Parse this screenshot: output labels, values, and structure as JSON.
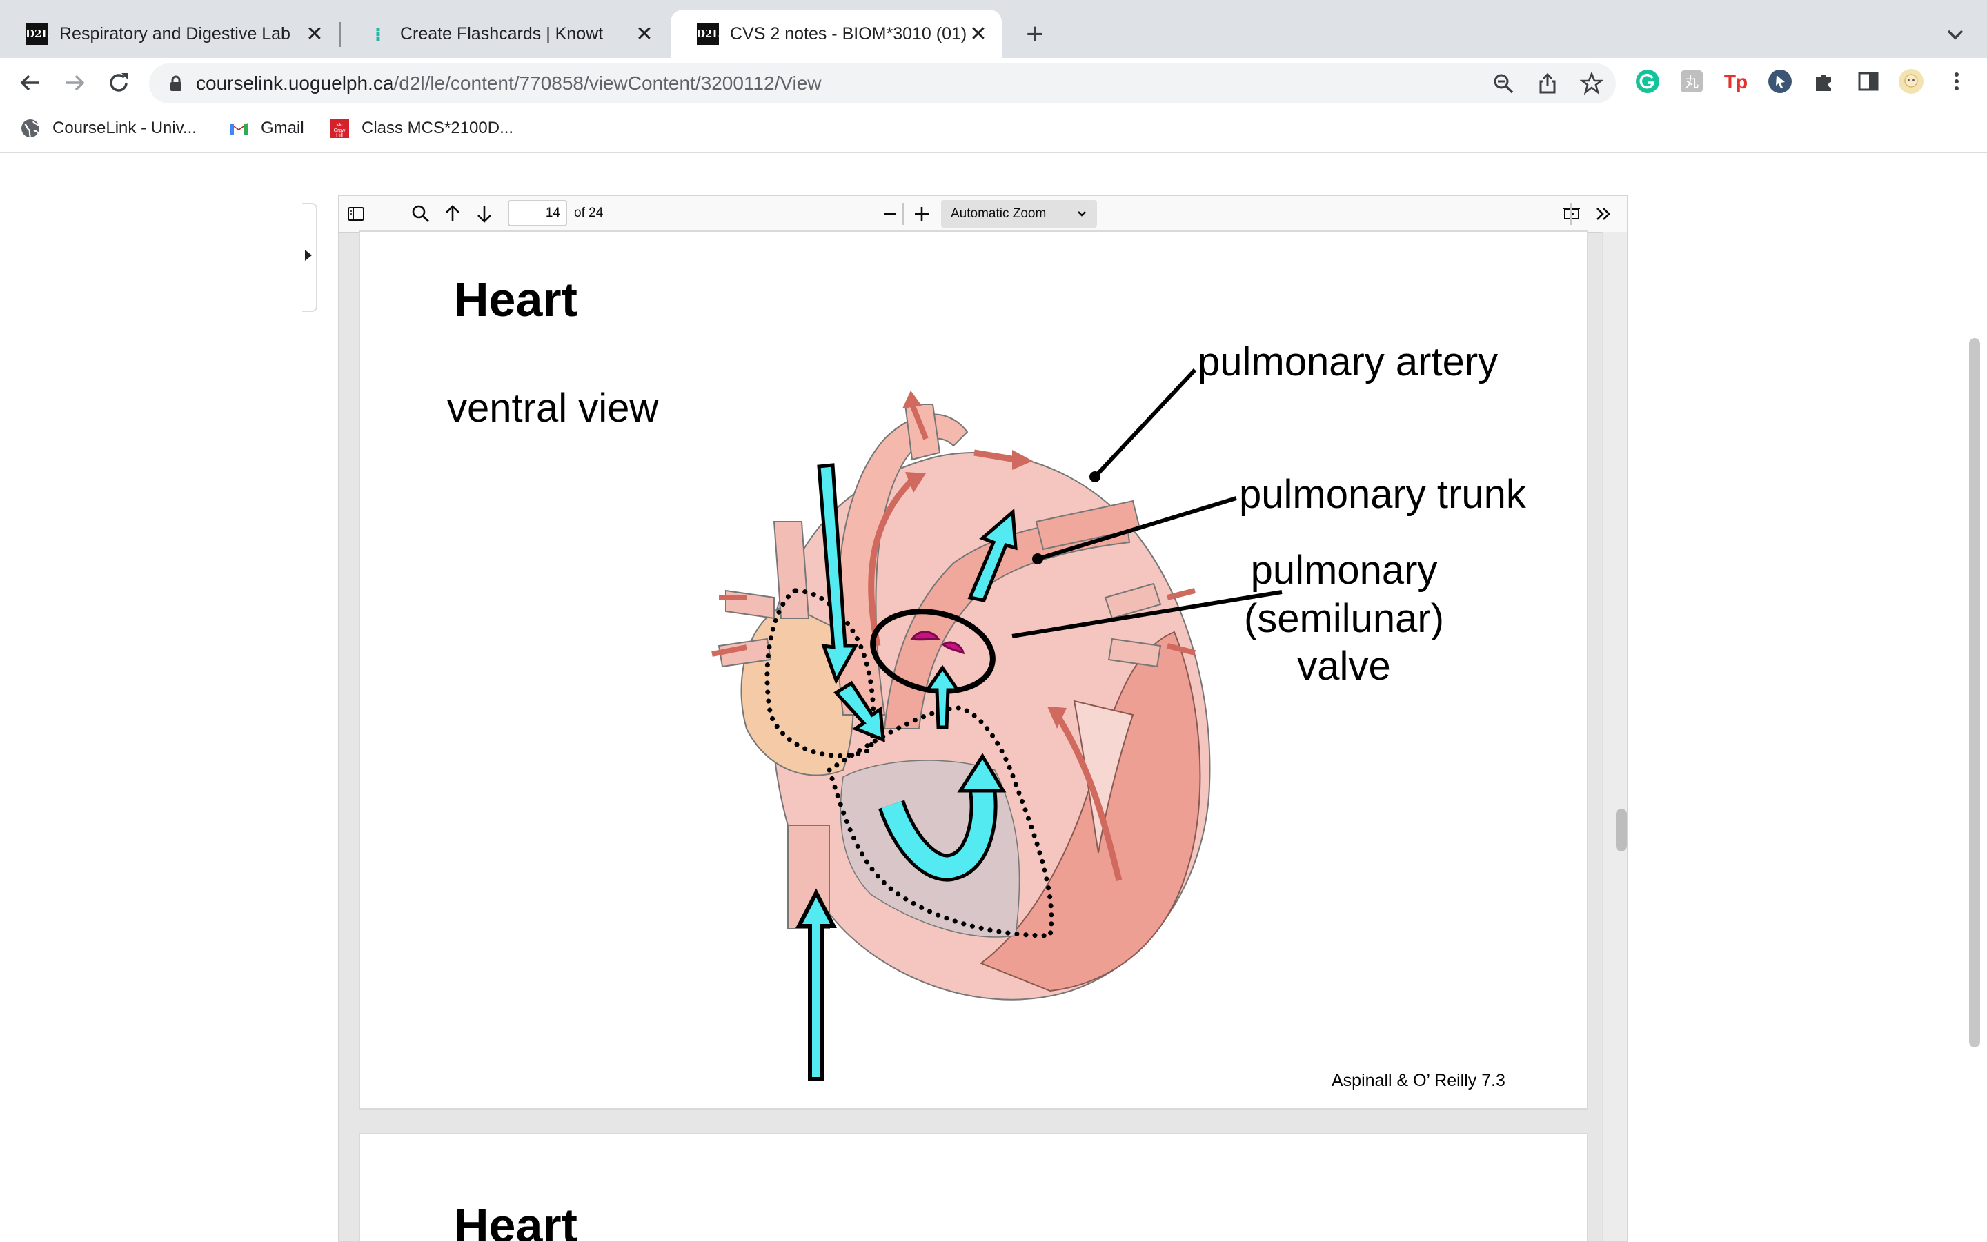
{
  "browser": {
    "tabs": [
      {
        "favicon": "D2L",
        "title": "Respiratory and Digestive Lab",
        "close": "✕"
      },
      {
        "favicon": "⁝",
        "title": "Create Flashcards | Knowt",
        "close": "✕"
      },
      {
        "favicon": "D2L",
        "title": "CVS 2 notes - BIOM*3010 (01)",
        "close": "✕"
      }
    ],
    "new_tab": "+",
    "url_host": "courselink.uoguelph.ca",
    "url_path": "/d2l/le/content/770858/viewContent/3200112/View",
    "bookmarks": [
      {
        "icon": "globe-icon",
        "label": "CourseLink - Univ..."
      },
      {
        "icon": "gmail-icon",
        "label": "Gmail"
      },
      {
        "icon": "mcgraw-hill-icon",
        "label": "Class MCS*2100D..."
      }
    ],
    "extension_icons": [
      "grammarly-icon",
      "translate-icon",
      "tp-icon",
      "cursor-icon",
      "puzzle-icon",
      "side-panel-icon",
      "profile-avatar-icon",
      "more-vert-icon"
    ]
  },
  "pdf_viewer": {
    "page_number": "14",
    "page_count": "of 24",
    "zoom": "Automatic Zoom"
  },
  "slide": {
    "title": "Heart",
    "subtitle": "ventral view",
    "labels": {
      "pulmonary_artery": "pulmonary artery",
      "pulmonary_trunk": "pulmonary trunk",
      "valve_line1": "pulmonary",
      "valve_line2": "(semilunar)",
      "valve_line3": "valve"
    },
    "credit": "Aspinall & O’ Reilly 7.3"
  },
  "next_slide": {
    "title": "Heart"
  },
  "colors": {
    "flow_arrow": "#54eaf2",
    "vessel_pink": "#f3b2aa",
    "vessel_dark": "#d06a5e",
    "atrium_fill": "#f5caa6",
    "valve_magenta": "#c7127f"
  }
}
